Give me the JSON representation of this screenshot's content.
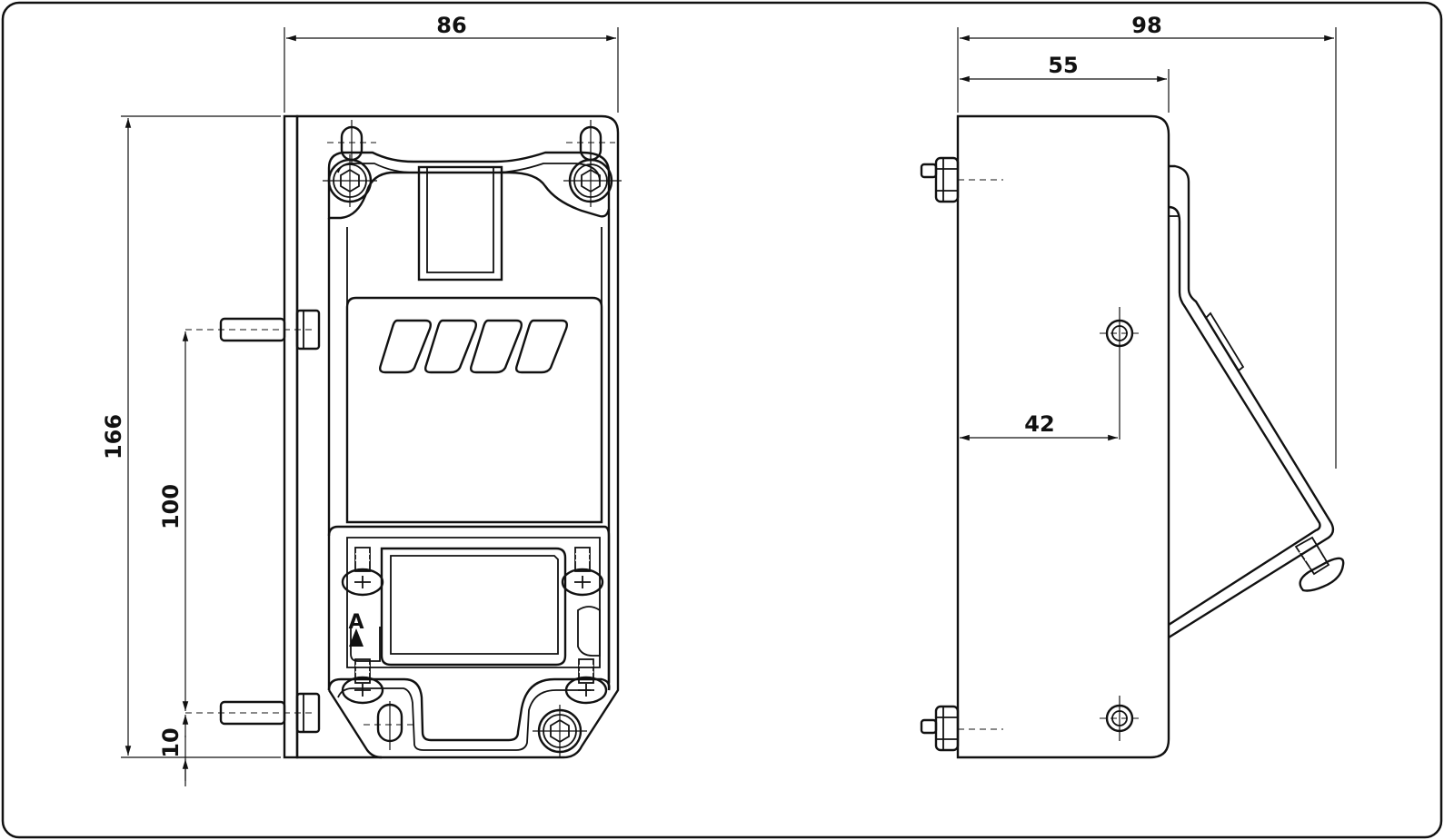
{
  "dimensions": {
    "front_width": "86",
    "front_height": "166",
    "front_stud_spacing": "100",
    "front_stud_offset": "10",
    "side_total_depth": "98",
    "side_body_depth": "55",
    "side_hole_offset": "42"
  },
  "labels": {
    "marking_letter": "A"
  }
}
